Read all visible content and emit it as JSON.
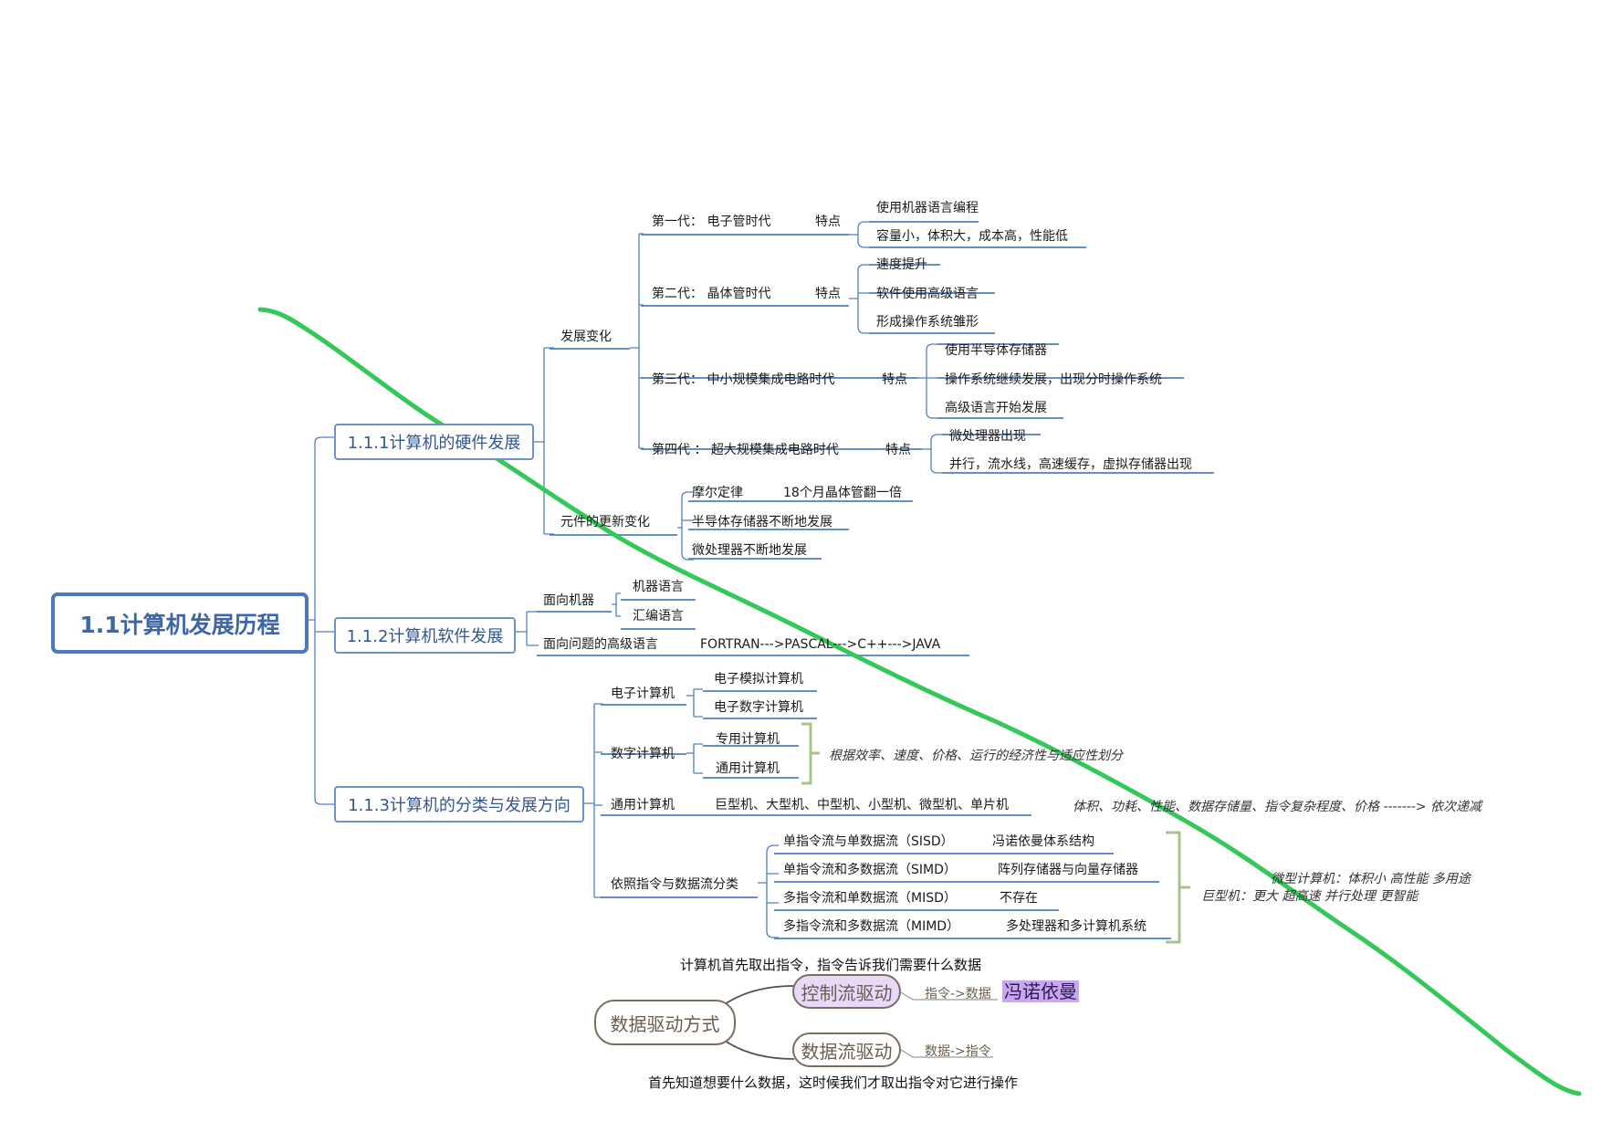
{
  "root": "1.1计算机发展历程",
  "hw": {
    "title": "1.1.1计算机的硬件发展",
    "dev": "发展变化",
    "gen1": "第一代： 电子管时代",
    "gen1_feat": "特点",
    "gen1_items": [
      "使用机器语言编程",
      "容量小，体积大，成本高，性能低"
    ],
    "gen2": "第二代： 晶体管时代",
    "gen2_feat": "特点",
    "gen2_items": [
      "速度提升",
      "软件使用高级语言",
      "形成操作系统雏形"
    ],
    "gen3": "第三代： 中小规模集成电路时代",
    "gen3_feat": "特点",
    "gen3_items": [
      "使用半导体存储器",
      "操作系统继续发展，出现分时操作系统",
      "高级语言开始发展"
    ],
    "gen4": "第四代 ： 超大规模集成电路时代",
    "gen4_feat": "特点",
    "gen4_items": [
      "微处理器出现",
      "并行，流水线，高速缓存，虚拟存储器出现"
    ],
    "comp": "元件的更新变化",
    "moore": "摩尔定律",
    "moore_desc": "18个月晶体管翻一倍",
    "comp_items": [
      "半导体存储器不断地发展",
      "微处理器不断地发展"
    ]
  },
  "sw": {
    "title": "1.1.2计算机软件发展",
    "machine": "面向机器",
    "machine_items": [
      "机器语言",
      "汇编语言"
    ],
    "high": "面向问题的高级语言",
    "high_desc": "FORTRAN--->PASCAL--->C++--->JAVA"
  },
  "cls": {
    "title": "1.1.3计算机的分类与发展方向",
    "elec": "电子计算机",
    "elec_items": [
      "电子模拟计算机",
      "电子数字计算机"
    ],
    "digital": "数字计算机",
    "digital_items": [
      "专用计算机",
      "通用计算机"
    ],
    "digital_note": "根据效率、速度、价格、运行的经济性与适应性划分",
    "general": "通用计算机",
    "general_desc": "巨型机、大型机、中型机、小型机、微型机、单片机",
    "general_note": "体积、功耗、性能、数据存储量、指令复杂程度、价格 -------> 依次递减",
    "flow": "依照指令与数据流分类",
    "flow_items": [
      {
        "name": "单指令流与单数据流（SISD）",
        "desc": "冯诺依曼体系结构"
      },
      {
        "name": "单指令流和多数据流（SIMD）",
        "desc": "阵列存储器与向量存储器"
      },
      {
        "name": "多指令流和单数据流（MISD）",
        "desc": "不存在"
      },
      {
        "name": "多指令流和多数据流（MIMD）",
        "desc": "多处理器和多计算机系统"
      }
    ],
    "flow_note1": "微型计算机：体积小 高性能 多用途",
    "flow_note2": "巨型机：更大 超高速 并行处理 更智能"
  },
  "driven": {
    "top_caption": "计算机首先取出指令，指令告诉我们需要什么数据",
    "main": "数据驱动方式",
    "control": "控制流驱动",
    "control_desc": "指令->数据",
    "control_tag": "冯诺依曼",
    "data": "数据流驱动",
    "data_desc": "数据->指令",
    "bottom_caption": "首先知道想要什么数据，这时候我们才取出指令对它进行操作"
  },
  "colors": {
    "line": "#4f7fc1",
    "bracket": "#a9c48a",
    "green_stroke": "#34c759",
    "highlight": "#c9a6f0"
  }
}
